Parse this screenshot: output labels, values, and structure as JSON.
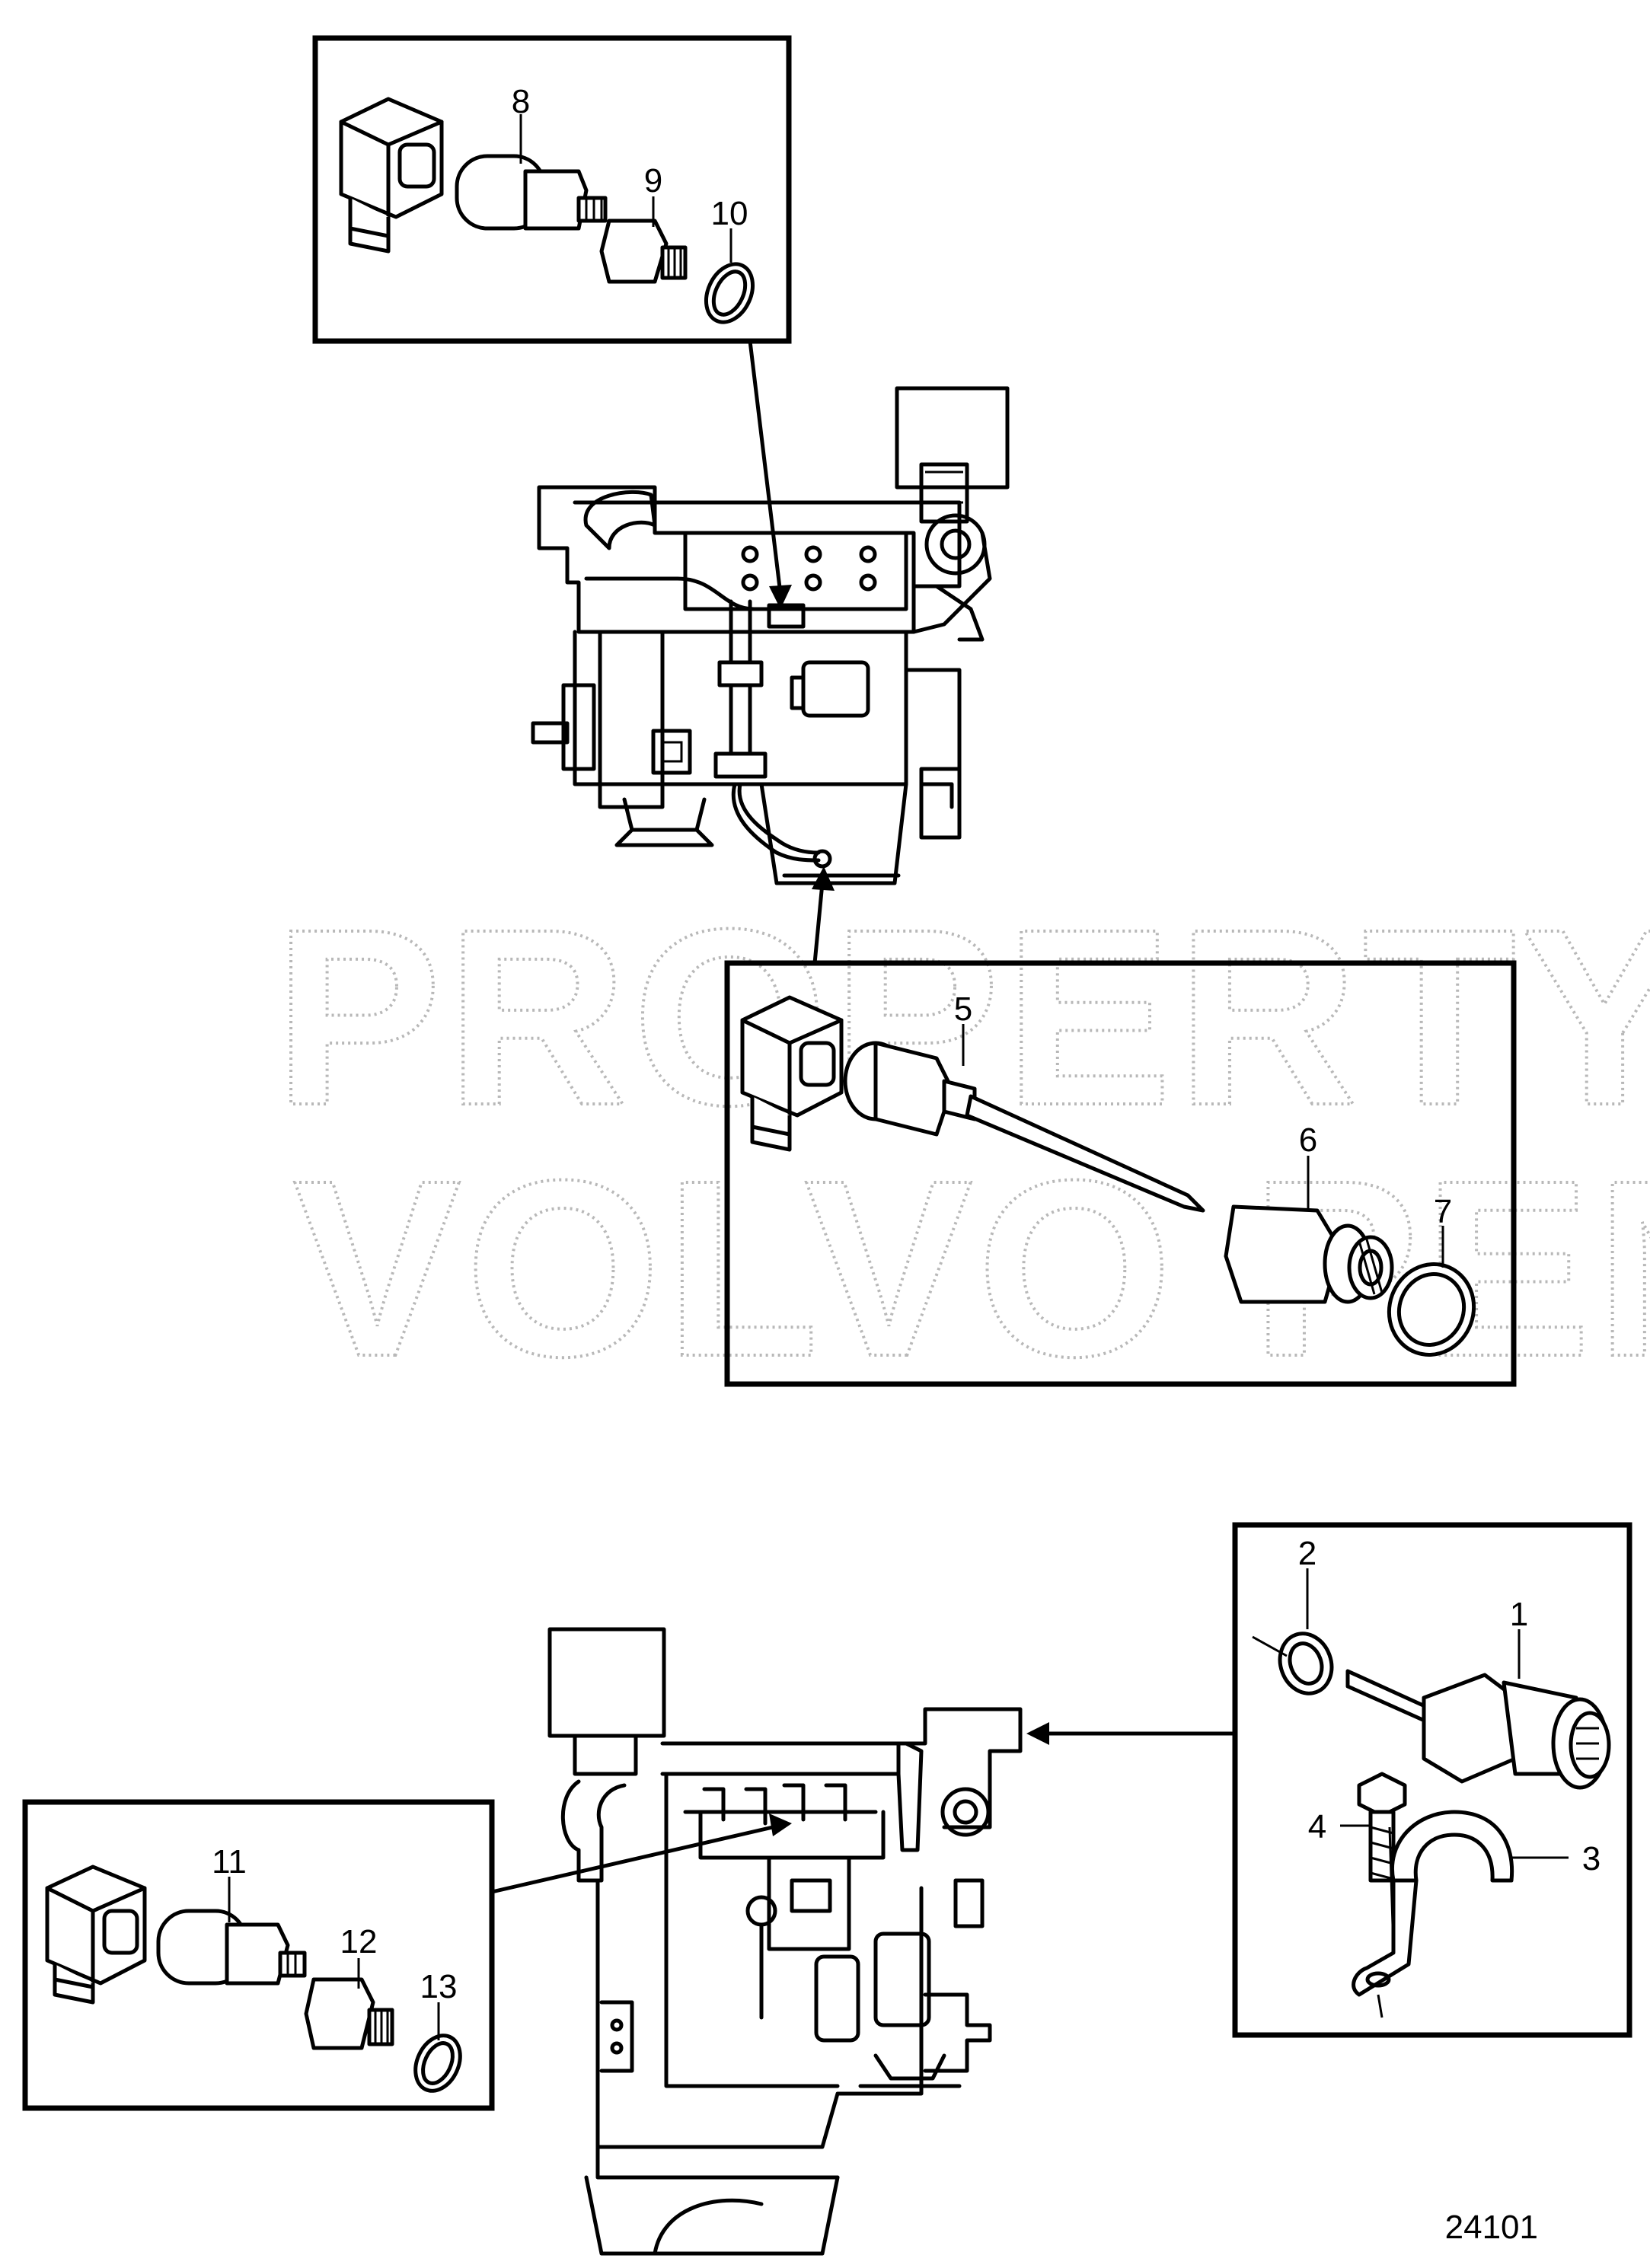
{
  "watermark": {
    "line1": "PROPERTY OF",
    "line2": "VOLVO PENTA"
  },
  "figure_number": "24101",
  "callouts": [
    "1",
    "2",
    "3",
    "4",
    "5",
    "6",
    "7",
    "8",
    "9",
    "10",
    "11",
    "12",
    "13"
  ],
  "colors": {
    "ink": "#000000",
    "paper": "#ffffff",
    "watermark": "#b8b8b8"
  }
}
